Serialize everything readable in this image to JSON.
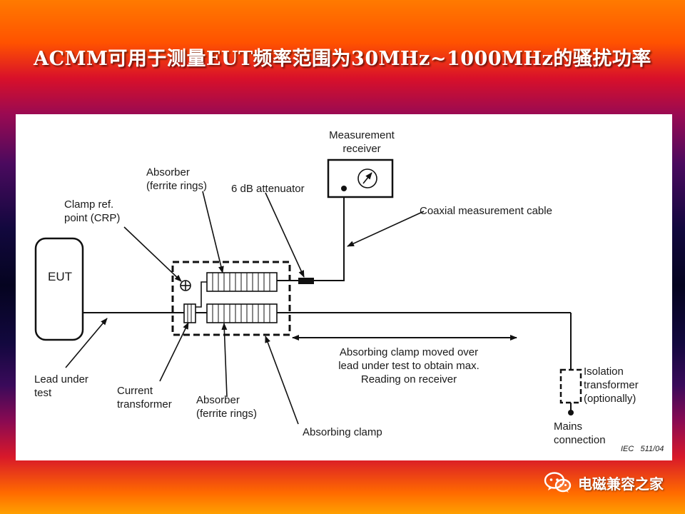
{
  "slide": {
    "title": "ACMM可用于测量EUT频率范围为30MHz~1000MHz的骚扰功率"
  },
  "diagram": {
    "eut": "EUT",
    "measurement_receiver": "Measurement\nreceiver",
    "absorber_top": "Absorber\n(ferrite rings)",
    "attenuator": "6 dB attenuator",
    "clamp_ref_point": "Clamp ref.\npoint (CRP)",
    "coaxial_cable": "Coaxial measurement cable",
    "lead_under_test": "Lead under\ntest",
    "current_transformer": "Current\ntransformer",
    "absorber_bottom": "Absorber\n(ferrite rings)",
    "clamp_moved_note": "Absorbing clamp moved over\nlead under test to obtain max.\nReading on receiver",
    "absorbing_clamp": "Absorbing clamp",
    "isolation_transformer": "Isolation\ntransformer\n(optionally)",
    "mains_connection": "Mains\nconnection",
    "iec_ref": "IEC   511/04"
  },
  "footer": {
    "brand_name": "电磁兼容之家",
    "brand_icon": "wechat-icon"
  },
  "colors": {
    "title_text": "#ffffff",
    "panel_bg": "#ffffff",
    "line": "#111111"
  }
}
